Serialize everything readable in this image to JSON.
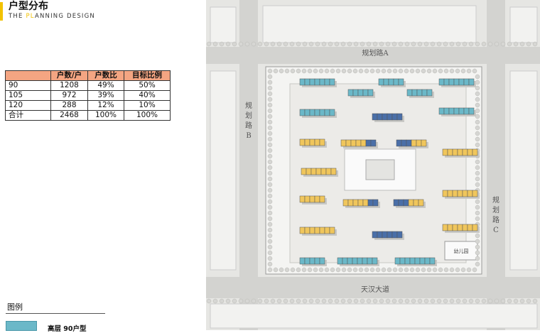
{
  "header": {
    "title": "户型分布",
    "subtitle_pre": "THE ",
    "subtitle_hl": "PL",
    "subtitle_post": "ANNING DESIGN"
  },
  "table": {
    "headers": [
      "",
      "户数/户",
      "户数比",
      "目标比例"
    ],
    "rows": [
      [
        "90",
        "1208",
        "49%",
        "50%"
      ],
      [
        "105",
        "972",
        "39%",
        "40%"
      ],
      [
        "120",
        "288",
        "12%",
        "10%"
      ],
      [
        "合计",
        "2468",
        "100%",
        "100%"
      ]
    ]
  },
  "legend": {
    "title": "图例",
    "items": [
      {
        "label": "高层 90户型",
        "color": "#6bb8c8"
      }
    ]
  },
  "plan": {
    "road_top": "规划路A",
    "road_left": [
      "规",
      "划",
      "路",
      "B"
    ],
    "road_right": [
      "规",
      "划",
      "路",
      "C"
    ],
    "road_bottom": "天汉大道",
    "kindergarten": "幼儿园",
    "colors": {
      "type90": "#6bb8c8",
      "type105": "#f0c65c",
      "type120": "#4a6fa8"
    }
  }
}
